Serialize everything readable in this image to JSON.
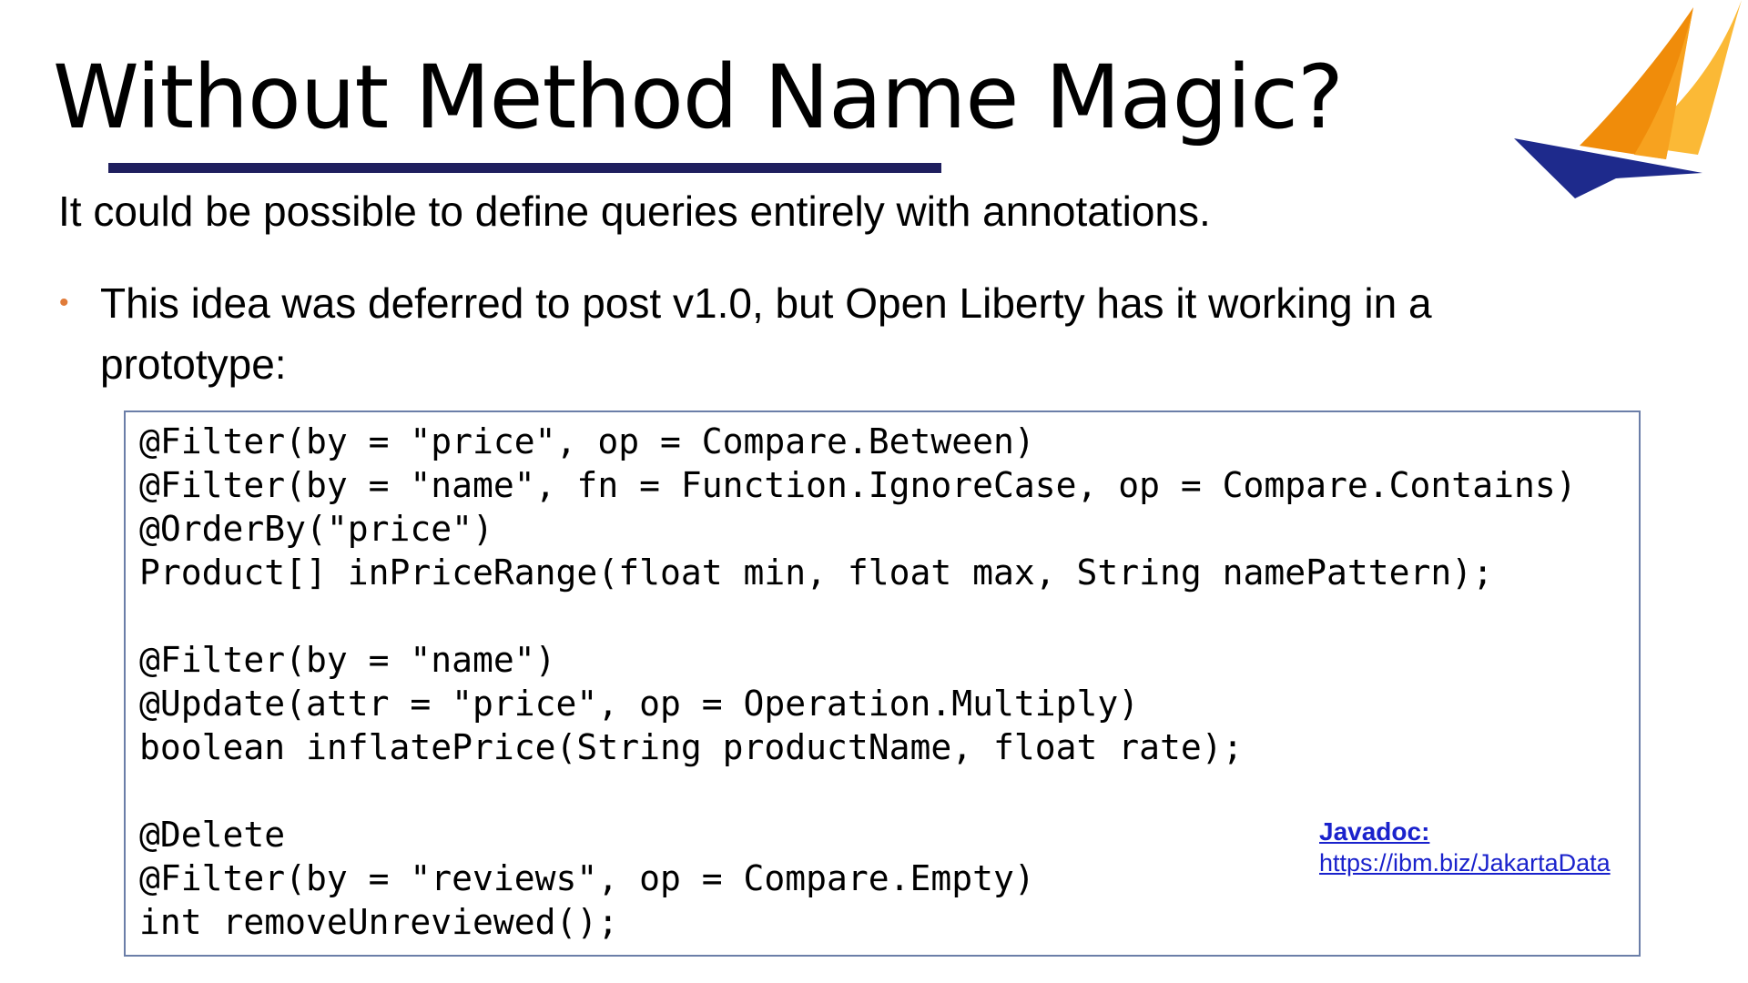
{
  "slide": {
    "title": "Without Method Name Magic?",
    "subtitle": "It could be possible to define queries entirely with annotations.",
    "bullet": "This idea was deferred to post v1.0, but Open Liberty has it working in a prototype:",
    "bullet_marker": "•",
    "colors": {
      "title_rule": "#1f1f5e",
      "bullet_marker": "#e07b39",
      "code_border": "#6b7ea8",
      "link": "#1a22cc",
      "logo_sail_back": "#fbb936",
      "logo_sail_front": "#f08c0a",
      "logo_hull": "#1e2a8c"
    },
    "logo_icon": "sailboat-logo-icon"
  },
  "code": {
    "lines": [
      "@Filter(by = \"price\", op = Compare.Between)",
      "@Filter(by = \"name\", fn = Function.IgnoreCase, op = Compare.Contains)",
      "@OrderBy(\"price\")",
      "Product[] inPriceRange(float min, float max, String namePattern);",
      "",
      "@Filter(by = \"name\")",
      "@Update(attr = \"price\", op = Operation.Multiply)",
      "boolean inflatePrice(String productName, float rate);",
      "",
      "@Delete",
      "@Filter(by = \"reviews\", op = Compare.Empty)",
      "int removeUnreviewed();"
    ]
  },
  "javadoc": {
    "label": "Javadoc:",
    "link_text": "https://ibm.biz/JakartaData"
  }
}
